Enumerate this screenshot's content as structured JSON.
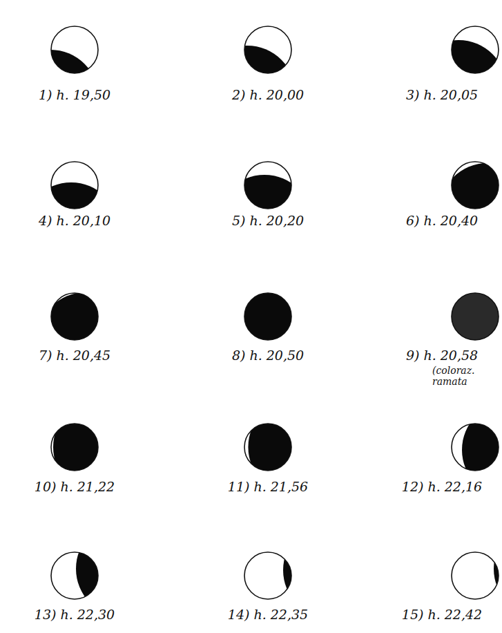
{
  "diagram": {
    "labels": [
      "1) h. 19,50",
      "2) h. 20,00",
      "3) h. 20,05",
      "4) h. 20,10",
      "5) h. 20,20",
      "6) h. 20,40",
      "7) h. 20,45",
      "8) h. 20,50",
      "9) h. 20,58",
      "(coloraz. ramata",
      "10) h. 21,22",
      "11) h. 21,56",
      "12) h. 22,16",
      "13) h. 22,30",
      "14) h. 22,35",
      "15) h. 22,42"
    ]
  }
}
